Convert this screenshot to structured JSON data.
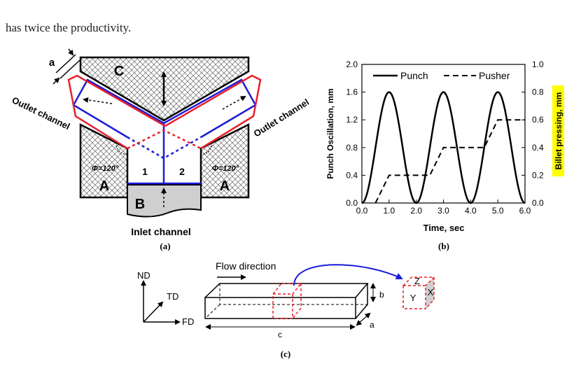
{
  "top_text": "has twice the productivity.",
  "panel_a": {
    "caption": "(a)",
    "labels": {
      "a": "a",
      "C": "C",
      "A_left": "A",
      "A_right": "A",
      "B": "B",
      "one": "1",
      "two": "2",
      "phi_left": "Φ=120°",
      "phi_right": "Φ=120°",
      "outlet_left": "Outlet channel",
      "outlet_right": "Outlet channel",
      "inlet": "Inlet channel"
    },
    "colors": {
      "red": "#e8202a",
      "blue": "#1c1cd8",
      "die_gray": "#cfcfcf"
    }
  },
  "panel_b": {
    "caption": "(b)",
    "chart_data": {
      "type": "line",
      "xlabel": "Time, sec",
      "ylabel_left": "Punch Oscillation, mm",
      "ylabel_right": "Billet pressing, mm",
      "xlim": [
        0.0,
        6.0
      ],
      "ylim_left": [
        0.0,
        2.0
      ],
      "ylim_right": [
        0.0,
        1.0
      ],
      "x_ticks": [
        "0.0",
        "1.0",
        "2.0",
        "3.0",
        "4.0",
        "5.0",
        "6.0"
      ],
      "y_ticks_left": [
        "0.0",
        "0.4",
        "0.8",
        "1.2",
        "1.6",
        "2.0"
      ],
      "y_ticks_right": [
        "0.0",
        "0.2",
        "0.4",
        "0.6",
        "0.8",
        "1.0"
      ],
      "grid": false,
      "legend": "top",
      "right_label_highlight": "#ffff00",
      "series": [
        {
          "name": "Punch",
          "style": "solid",
          "axis": "left",
          "x": [
            0.0,
            0.5,
            1.0,
            1.5,
            2.0,
            2.5,
            3.0,
            3.5,
            4.0,
            4.5,
            5.0,
            5.5,
            6.0
          ],
          "y": [
            0.0,
            0.8,
            1.6,
            0.8,
            0.0,
            0.8,
            1.6,
            0.8,
            0.0,
            0.8,
            1.6,
            0.8,
            0.0
          ]
        },
        {
          "name": "Pusher",
          "style": "dashed",
          "axis": "right",
          "x": [
            0.5,
            1.0,
            2.0,
            2.5,
            3.0,
            4.0,
            4.5,
            5.0,
            6.0
          ],
          "y": [
            0.0,
            0.2,
            0.2,
            0.2,
            0.4,
            0.4,
            0.4,
            0.6,
            0.6
          ]
        }
      ]
    }
  },
  "panel_c": {
    "caption": "(c)",
    "labels": {
      "flow": "Flow direction",
      "nd": "ND",
      "td": "TD",
      "fd": "FD",
      "a": "a",
      "b": "b",
      "c": "c",
      "x": "X",
      "y": "Y",
      "z": "Z"
    },
    "colors": {
      "red": "#e8202a",
      "blue": "#1c1cd8"
    }
  }
}
